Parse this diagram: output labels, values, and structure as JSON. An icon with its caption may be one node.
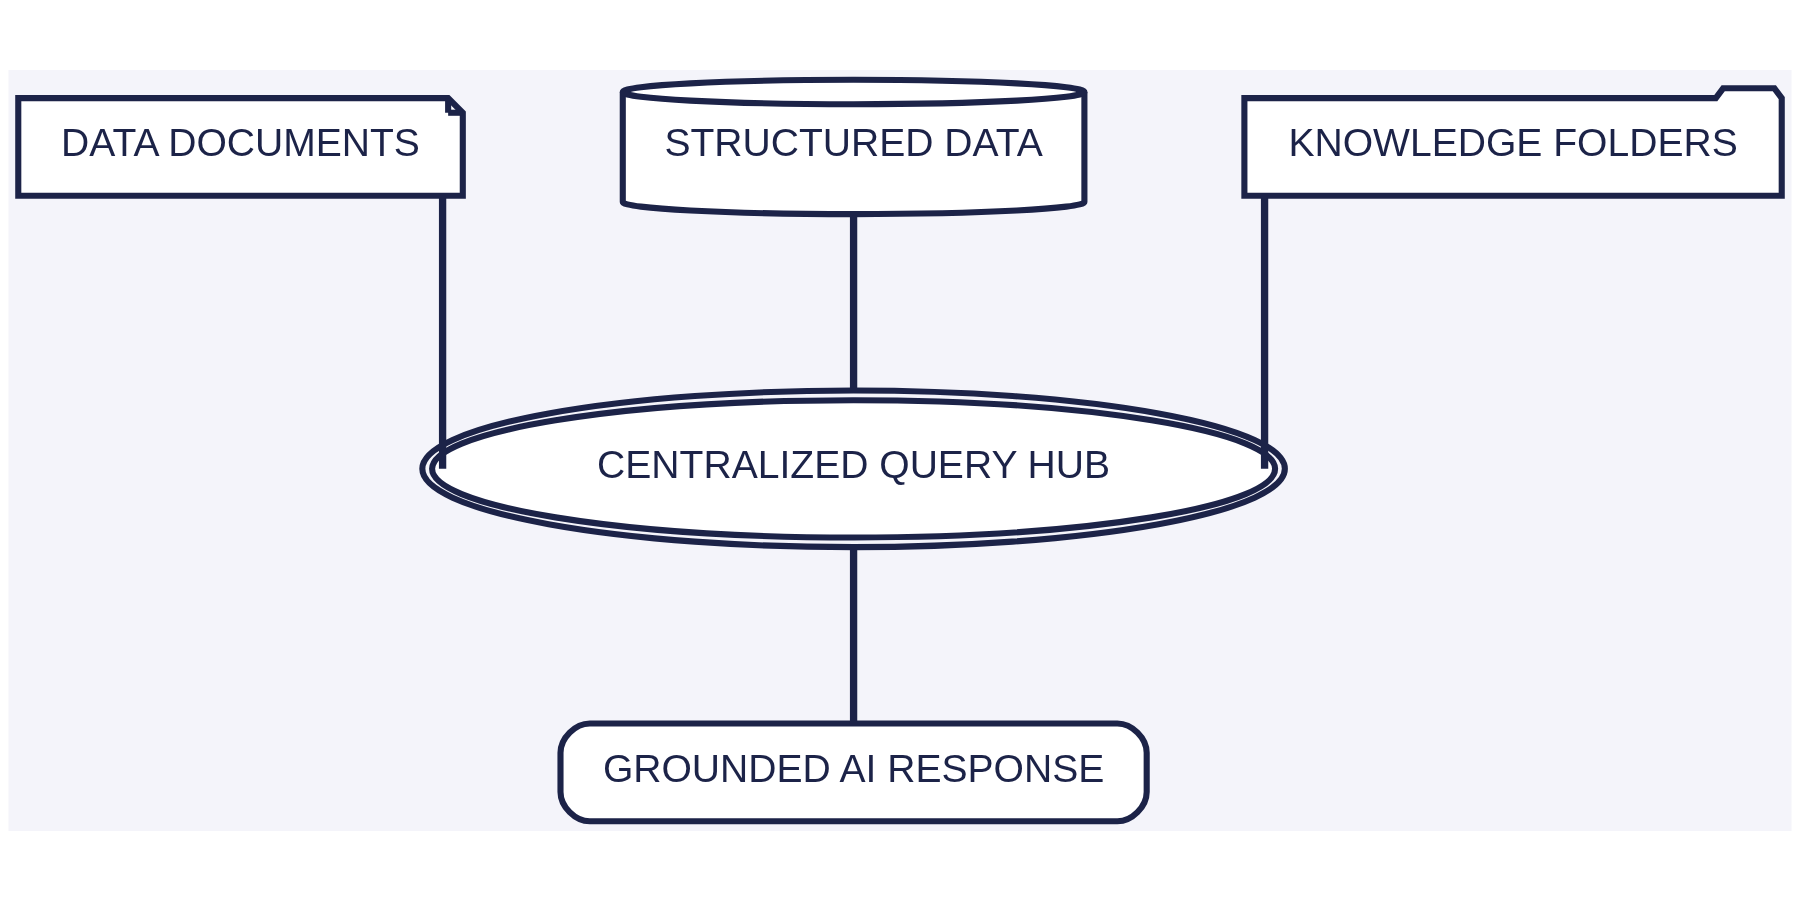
{
  "diagram": {
    "nodes": [
      {
        "text": [
          "DATA DOCUMENTS"
        ]
      },
      {
        "text": [
          "STRUCTURED DATA"
        ]
      },
      {
        "text": [
          "KNOWLEDGE FOLDERS"
        ]
      },
      {
        "text": [
          "CENTRALIZED QUERY HUB"
        ]
      },
      {
        "text": [
          "GROUNDED AI RESPONSE"
        ]
      }
    ],
    "edges": [
      {
        "from": 0,
        "to": 3,
        "arrow": "none"
      },
      {
        "from": 1,
        "to": 3,
        "arrow": "none"
      },
      {
        "from": 2,
        "to": 3,
        "arrow": "none"
      },
      {
        "from": 3,
        "to": 4,
        "arrow": "none"
      }
    ]
  }
}
